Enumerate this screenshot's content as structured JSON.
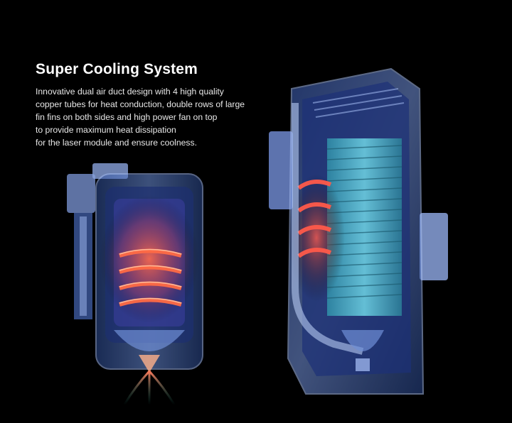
{
  "headline": "Super Cooling System",
  "description_lines": [
    "Innovative dual air duct design with 4 high quality",
    "copper tubes for heat conduction, double rows of large",
    "fin fins on both sides and high power fan on top",
    "to provide maximum heat dissipation",
    "for the laser module and ensure coolness."
  ],
  "colors": {
    "background": "#000000",
    "housing_blue": "#5b82d6",
    "copper_glow": "#ff5a3c",
    "fin_cyan": "#5fc7d8"
  },
  "illustrations": {
    "left": "laser-module-cutaway-front",
    "right": "laser-module-cutaway-side"
  }
}
